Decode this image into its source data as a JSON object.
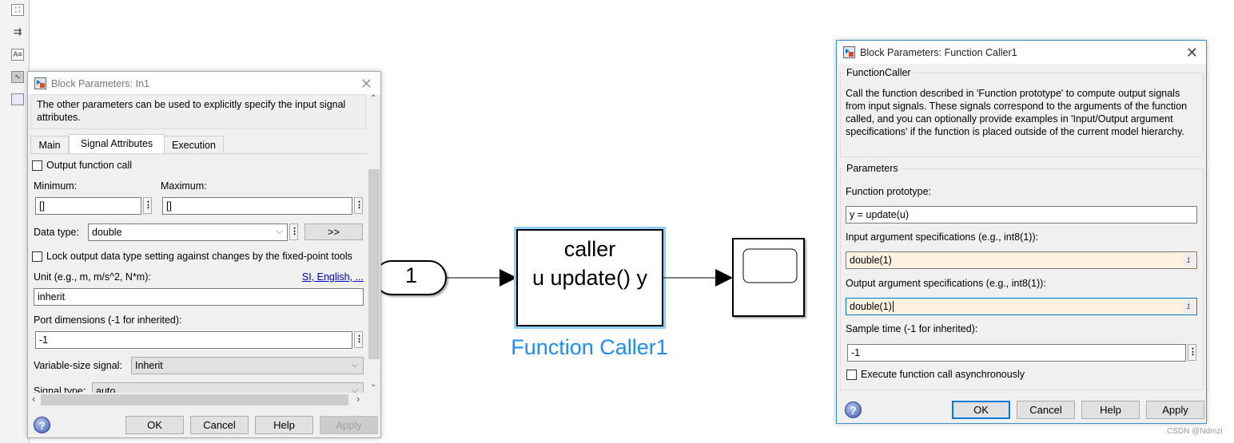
{
  "toolbar": {
    "icons": [
      "fit-to-view-icon",
      "arrow-icon",
      "annotation-icon",
      "image-icon",
      "area-icon"
    ],
    "icon_glyphs": [
      "⛶",
      "⇉",
      "A≡",
      "∿",
      ""
    ]
  },
  "in1_dialog": {
    "title": "Block Parameters: In1",
    "description": "The other parameters can be used to explicitly specify the input signal attributes.",
    "tabs": [
      {
        "label": "Main"
      },
      {
        "label": "Signal Attributes",
        "active": true
      },
      {
        "label": "Execution"
      }
    ],
    "output_function_call": {
      "label": "Output function call",
      "checked": false
    },
    "minimum": {
      "label": "Minimum:",
      "value": "[]"
    },
    "maximum": {
      "label": "Maximum:",
      "value": "[]"
    },
    "data_type": {
      "label": "Data type:",
      "value": "double",
      "assistant_button": ">>"
    },
    "lock_output": {
      "label": "Lock output data type setting against changes by the fixed-point tools",
      "checked": false
    },
    "unit": {
      "label": "Unit (e.g., m, m/s^2, N*m):",
      "link": "SI, English, ...",
      "value": "inherit"
    },
    "port_dimensions": {
      "label": "Port dimensions (-1 for inherited):",
      "value": "-1"
    },
    "variable_size": {
      "label": "Variable-size signal:",
      "value": "Inherit"
    },
    "signal_type": {
      "label": "Signal type:",
      "value": "auto"
    },
    "buttons": {
      "ok": "OK",
      "cancel": "Cancel",
      "help": "Help",
      "apply": "Apply"
    }
  },
  "diagram": {
    "inport_label": "1",
    "caller_block": {
      "line1": "caller",
      "line2": "u update() y",
      "name": "Function Caller1"
    },
    "highlight_color": "#1a8cff"
  },
  "fc_dialog": {
    "title": "Block Parameters: Function Caller1",
    "group_title": "FunctionCaller",
    "description": "Call the function described in 'Function prototype' to compute output signals from input signals. These signals correspond to the arguments of the function called, and you can optionally provide examples in 'Input/Output argument specifications' if the function is placed outside of the current model hierarchy.",
    "params_title": "Parameters",
    "prototype": {
      "label": "Function prototype:",
      "value": "y = update(u)"
    },
    "input_spec": {
      "label": "Input argument specifications (e.g., int8(1)):",
      "value": "double(1)",
      "badge": "1"
    },
    "output_spec": {
      "label": "Output argument specifications (e.g., int8(1)):",
      "value": "double(1)",
      "badge": "1"
    },
    "sample_time": {
      "label": "Sample time (-1 for inherited):",
      "value": "-1"
    },
    "async": {
      "label": "Execute function call asynchronously",
      "checked": false
    },
    "buttons": {
      "ok": "OK",
      "cancel": "Cancel",
      "help": "Help",
      "apply": "Apply"
    }
  },
  "watermark": "CSDN @Ndmzi"
}
